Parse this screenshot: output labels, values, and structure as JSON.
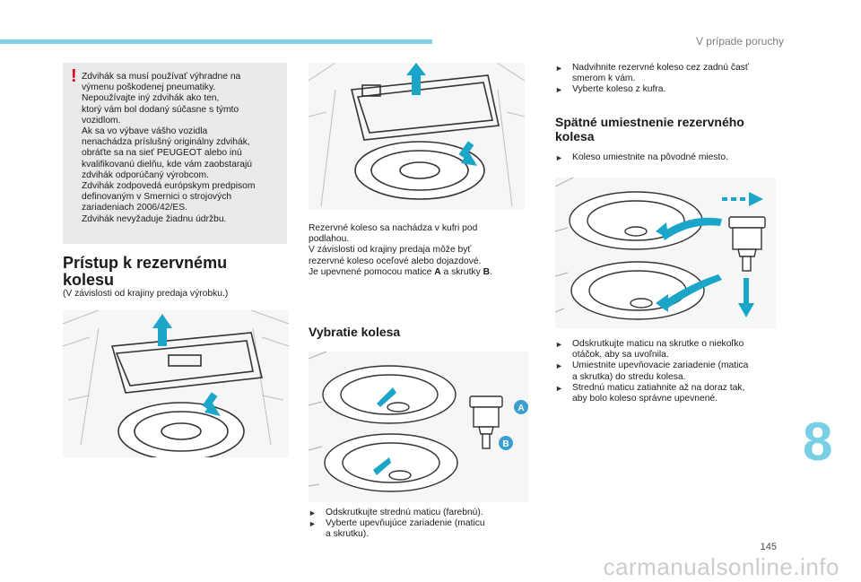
{
  "header": {
    "section_title": "V prípade poruchy",
    "chapter_number": "8",
    "page_number": "145"
  },
  "footer": {
    "watermark": "carmanualsonline.info"
  },
  "warning": {
    "icon": "exclamation-icon",
    "text": "Zdvihák sa musí používať výhradne na\nvýmenu poškodenej pneumatiky.\nNepoužívajte iný zdvihák ako ten,\nktorý vám bol dodaný súčasne s týmto\nvozidlom.\nAk sa vo výbave vášho vozidla\nnenachádza príslušný originálny zdvihák,\nobráťte sa na sieť PEUGEOT alebo inú\nkvalifikovanú dielňu, kde vám zaobstarajú\nzdvihák odporúčaný výrobcom.\nZdvihák zodpovedá európskym predpisom\ndefinovaným v Smernici o strojových\nzariadeniach 2006/42/ES.\nZdvihák nevyžaduje žiadnu údržbu."
  },
  "access": {
    "title": "Prístup k rezervnému\nkolesu",
    "note": "(V závislosti od krajiny predaja výrobku.)"
  },
  "middle": {
    "desc_pre": "Rezervné koleso sa nachádza v kufri pod\npodlahou.\nV závislosti od krajiny predaja môže byť\nrezervné koleso oceľové alebo dojazdové.\nJe upevnené pomocou matice ",
    "desc_a": "A",
    "desc_mid": " a skrutky ",
    "desc_b": "B",
    "desc_end": ".",
    "removal_title": "Vybratie kolesa",
    "label_a": "A",
    "label_b": "B",
    "removal_steps": [
      "Odskrutkujte strednú maticu (farebnú).",
      "Vyberte upevňujúce zariadenie (maticu\na skrutku)."
    ]
  },
  "right": {
    "steps_top": [
      "Nadvihnite rezervné koleso cez zadnú časť\nsmerom k vám.",
      "Vyberte koleso z kufra."
    ],
    "storage_title": "Spätné umiestnenie rezervného\nkolesa",
    "storage_step": "Koleso umiestnite na pôvodné miesto.",
    "steps_bottom": [
      "Odskrutkujte maticu na skrutke o niekoľko\notáčok, aby sa uvoľnila.",
      "Umiestnite upevňovacie zariadenie (matica\na skrutka) do stredu kolesa.",
      "Strednú maticu zatiahnite až na doraz tak,\naby bolo koleso správne upevnené."
    ]
  },
  "colors": {
    "accent": "#7fd1e6",
    "warning": "#e2001a",
    "arrow": "#1ba5c9",
    "label": "#3a9fd0"
  }
}
